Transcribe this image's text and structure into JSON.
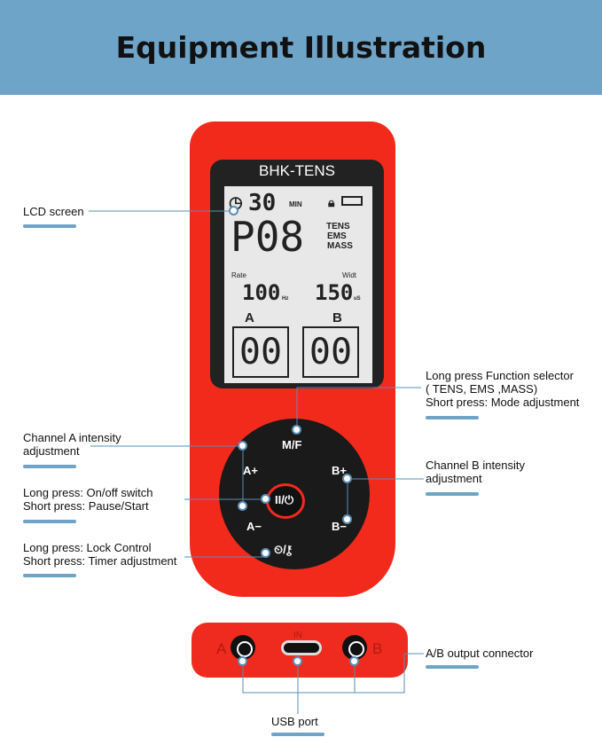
{
  "title": "Equipment Illustration",
  "device": {
    "brand": "BHK-TENS",
    "lcd": {
      "timer": "30",
      "timer_unit": "MIN",
      "program": "P08",
      "modes": [
        "TENS",
        "EMS",
        "MASS"
      ],
      "rate_label": "Rate",
      "rate_value": "100",
      "rate_unit": "Hz",
      "width_label": "Widt",
      "width_value": "150",
      "width_unit": "uS",
      "channel_a_label": "A",
      "channel_a_value": "00",
      "channel_b_label": "B",
      "channel_b_value": "00"
    },
    "buttons": {
      "mf": "M/F",
      "a_plus": "A+",
      "a_minus": "A−",
      "b_plus": "B+",
      "b_minus": "B−",
      "power": "II/⏻",
      "timer_lock": "⏲/⚷"
    },
    "ports": {
      "a": "A",
      "in": "IN",
      "b": "B"
    }
  },
  "annotations": {
    "lcd": "LCD screen",
    "function_1": "Long press Function selector",
    "function_2": "( TENS,   EMS ,MASS)",
    "function_3": "Short press: Mode adjustment",
    "channel_a_1": "Channel A intensity",
    "channel_a_2": "adjustment",
    "channel_b_1": "Channel B intensity",
    "channel_b_2": "adjustment",
    "power_1": "Long press: On/off switch",
    "power_2": "Short press: Pause/Start",
    "lock_1": "Long press: Lock Control",
    "lock_2": "Short press: Timer adjustment",
    "output": "A/B output connector",
    "usb": "USB port"
  }
}
